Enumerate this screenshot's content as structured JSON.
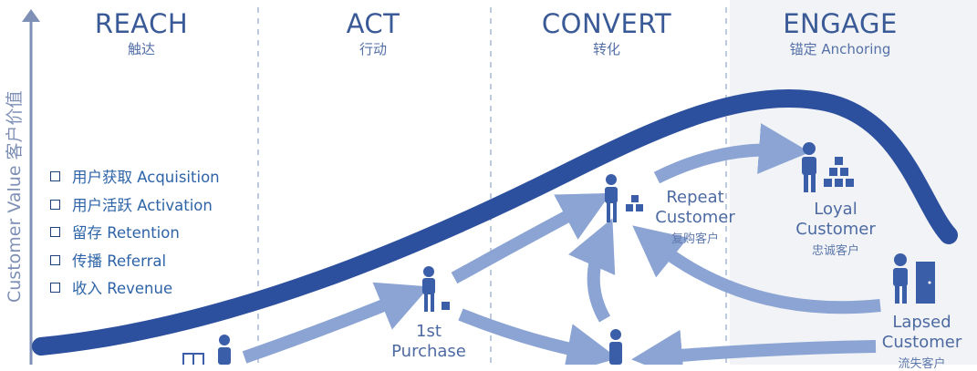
{
  "y_axis_label": "Customer Value 客户价值",
  "stages": [
    {
      "title": "REACH",
      "subtitle": "触达"
    },
    {
      "title": "ACT",
      "subtitle": "行动"
    },
    {
      "title": "CONVERT",
      "subtitle": "转化"
    },
    {
      "title": "ENGAGE",
      "subtitle": "锚定 Anchoring"
    }
  ],
  "funnel_items": [
    {
      "label": "用户获取 Acquisition"
    },
    {
      "label": "用户活跃 Activation"
    },
    {
      "label": "留存 Retention"
    },
    {
      "label": "传播 Referral"
    },
    {
      "label": "收入 Revenue"
    }
  ],
  "nodes": {
    "first_purchase": {
      "title": "1st Purchase"
    },
    "repeat": {
      "title": "Repeat Customer",
      "subtitle": "复购客户"
    },
    "loyal": {
      "title": "Loyal Customer",
      "subtitle": "忠诚客户"
    },
    "lapsed": {
      "title": "Lapsed Customer",
      "subtitle": "流失客户"
    }
  },
  "colors": {
    "curve": "#2c4f9e",
    "arrow": "#8ba4d4",
    "person": "#3b5ea8",
    "divider": "#a9b8d6",
    "text": "#2e64a7"
  }
}
